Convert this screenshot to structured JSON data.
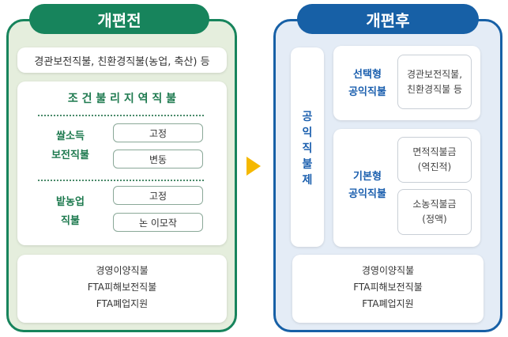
{
  "before": {
    "title": "개편전",
    "top": "경관보전직불, 친환경직불(농업, 축산) 등",
    "middle_title": "조 건 불 리 지 역 직 불",
    "rice_label_1": "쌀소득",
    "rice_label_2": "보전직불",
    "rice_options": [
      "고정",
      "변동"
    ],
    "field_label_1": "밭농업",
    "field_label_2": "직불",
    "field_options": [
      "고정",
      "논 이모작"
    ],
    "bottom": [
      "경영이양직불",
      "FTA피해보전직불",
      "FTA폐업지원"
    ]
  },
  "after": {
    "title": "개편후",
    "vertical": [
      "공",
      "익",
      "직",
      "불",
      "제"
    ],
    "selective_1": "선택형",
    "selective_2": "공익직불",
    "selective_detail_1": "경관보전직불,",
    "selective_detail_2": "친환경직불 등",
    "basic_1": "기본형",
    "basic_2": "공익직불",
    "area_1": "면적직불금",
    "area_2": "(역진적)",
    "small_1": "소농직불금",
    "small_2": "(정액)",
    "bottom": [
      "경영이양직불",
      "FTA피해보전직불",
      "FTA폐업지원"
    ]
  },
  "colors": {
    "green": "#17845c",
    "blue": "#1760a6",
    "arrow": "#f5b800"
  }
}
